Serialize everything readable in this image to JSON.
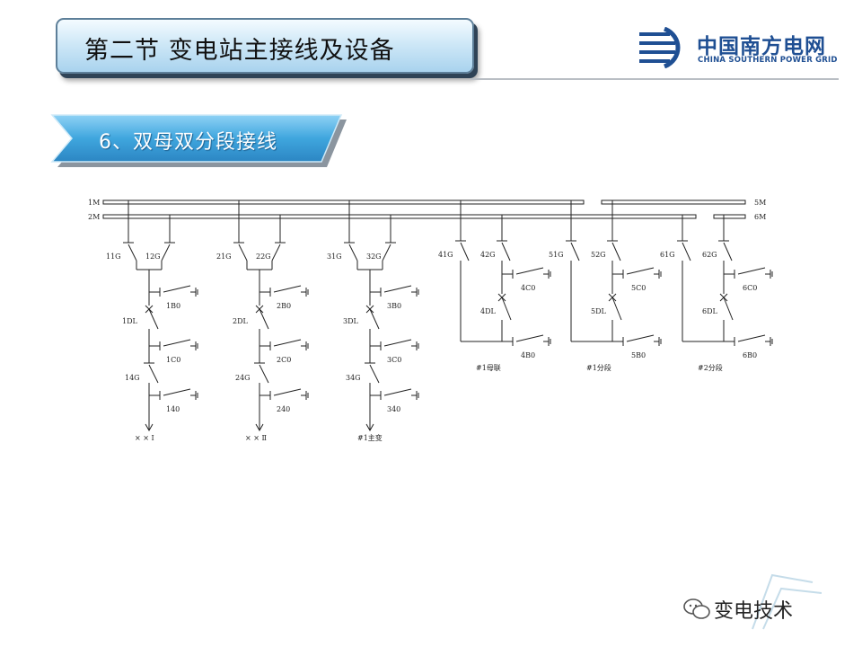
{
  "header": {
    "title": "第二节  变电站主接线及设备",
    "logo_cn": "中国南方电网",
    "logo_en": "CHINA SOUTHERN POWER GRID"
  },
  "section": {
    "title": "6、双母双分段接线"
  },
  "colors": {
    "brand_blue": "#1f4f93",
    "banner_blue": "#3fa6de",
    "line": "#222222"
  },
  "diagram": {
    "bus_labels": {
      "m1": "1M",
      "m2": "2M",
      "m5": "5M",
      "m6": "6M"
    },
    "bay1": {
      "g_a": "11G",
      "g_b": "12G",
      "b0": "1B0",
      "dl": "1DL",
      "c0": "1C0",
      "g_out": "14G",
      "e0": "140",
      "outlet": "× × Ⅰ"
    },
    "bay2": {
      "g_a": "21G",
      "g_b": "22G",
      "b0": "2B0",
      "dl": "2DL",
      "c0": "2C0",
      "g_out": "24G",
      "e0": "240",
      "outlet": "× × Ⅱ"
    },
    "bay3": {
      "g_a": "31G",
      "g_b": "32G",
      "b0": "3B0",
      "dl": "3DL",
      "c0": "3C0",
      "g_out": "34G",
      "e0": "340",
      "outlet": "#1主变"
    },
    "bay4": {
      "g_a": "41G",
      "g_b": "42G",
      "c0": "4C0",
      "dl": "4DL",
      "b0": "4B0",
      "name": "#1母联"
    },
    "bay5": {
      "g_a": "51G",
      "g_b": "52G",
      "c0": "5C0",
      "dl": "5DL",
      "b0": "5B0",
      "name": "#1分段"
    },
    "bay6": {
      "g_a": "61G",
      "g_b": "62G",
      "c0": "6C0",
      "dl": "6DL",
      "b0": "6B0",
      "name": "#2分段"
    }
  },
  "watermark": {
    "text": "变电技术"
  }
}
